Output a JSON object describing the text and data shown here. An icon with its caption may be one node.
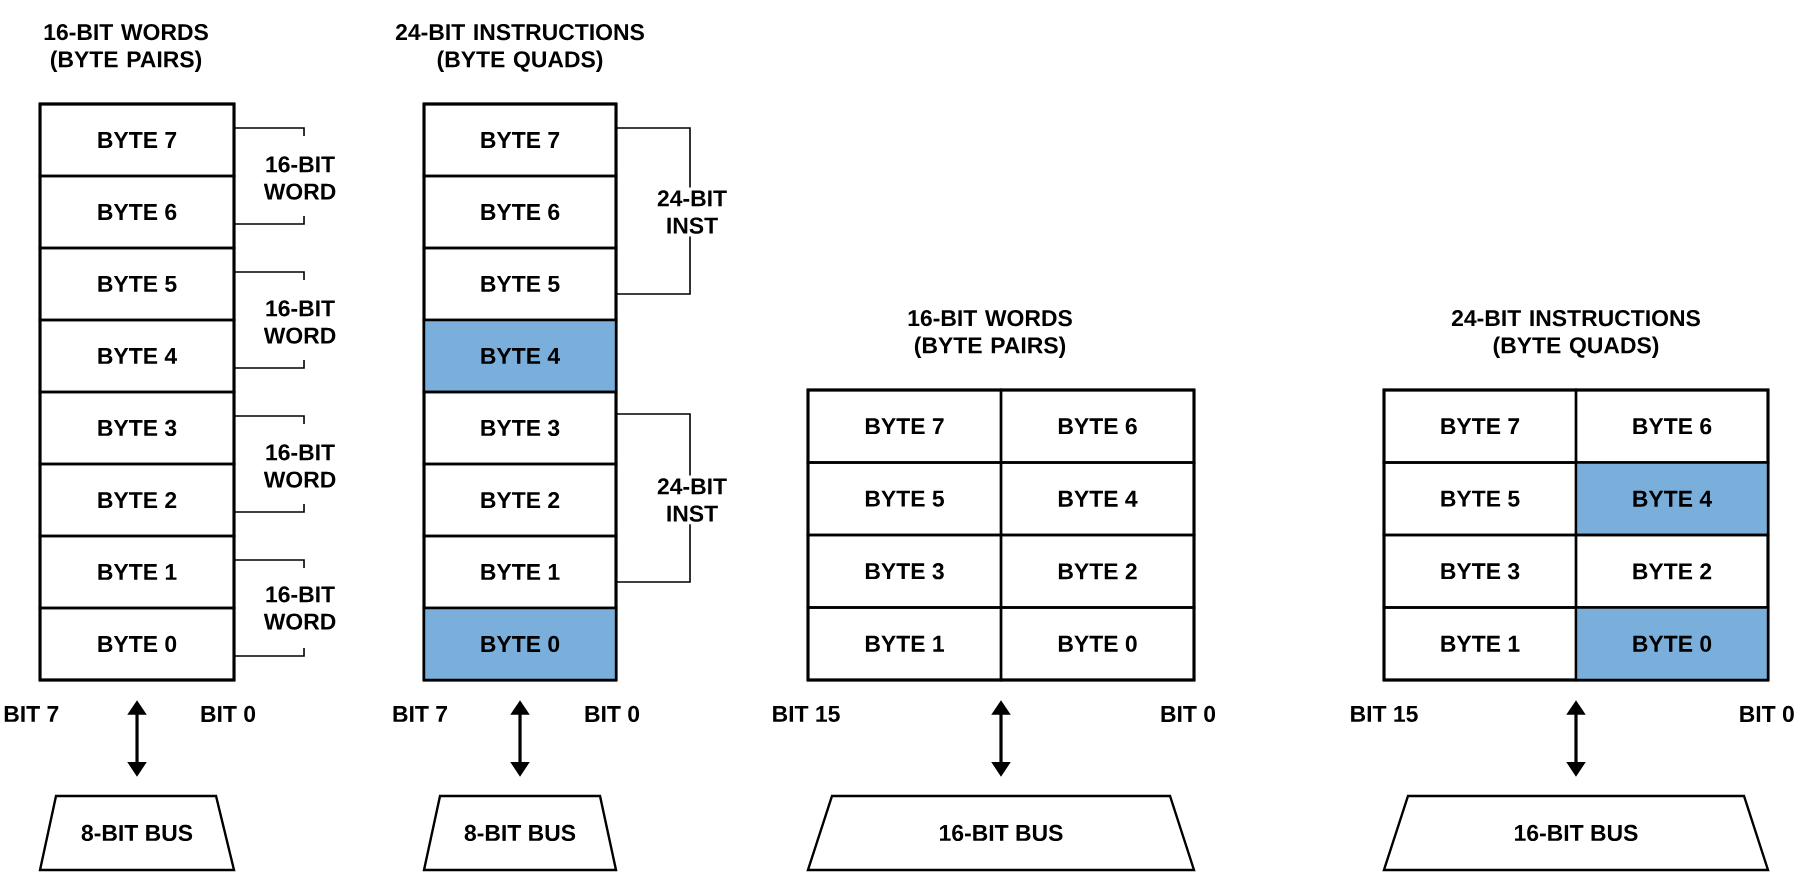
{
  "diagram": {
    "nodes": [
      {
        "text": [],
        "shape": "box"
      },
      {
        "text": [
          "BYTE 7"
        ],
        "in": 0
      },
      {
        "text": [
          "BYTE 6"
        ],
        "in": 0
      },
      {
        "text": [
          "BYTE 5"
        ],
        "in": 0
      },
      {
        "text": [
          "BYTE 4"
        ],
        "in": 0
      },
      {
        "text": [
          "BYTE 3"
        ],
        "in": 0
      },
      {
        "text": [
          "BYTE 2"
        ],
        "in": 0
      },
      {
        "text": [
          "BYTE 1"
        ],
        "in": 0
      },
      {
        "text": [
          "BYTE 0"
        ],
        "in": 0
      },
      {
        "text": [
          "8-BIT BUS"
        ]
      },
      {
        "text": [],
        "shape": "box"
      },
      {
        "text": [
          "BYTE 7"
        ],
        "in": 10
      },
      {
        "text": [
          "BYTE 6"
        ],
        "in": 10
      },
      {
        "text": [
          "BYTE 5"
        ],
        "in": 10
      },
      {
        "text": [
          "BYTE 4"
        ],
        "in": 10
      },
      {
        "text": [
          "BYTE 3"
        ],
        "in": 10
      },
      {
        "text": [
          "BYTE 2"
        ],
        "in": 10
      },
      {
        "text": [
          "BYTE 1"
        ],
        "in": 10
      },
      {
        "text": [
          "BYTE 0"
        ],
        "in": 10
      },
      {
        "text": [
          "8-BIT BUS"
        ]
      },
      {
        "text": [],
        "shape": "box"
      },
      {
        "text": [
          "BYTE 7"
        ],
        "in": 20
      },
      {
        "text": [
          "BYTE 6"
        ],
        "in": 20
      },
      {
        "text": [
          "BYTE 5"
        ],
        "in": 20
      },
      {
        "text": [
          "BYTE 4"
        ],
        "in": 20
      },
      {
        "text": [
          "BYTE 3"
        ],
        "in": 20
      },
      {
        "text": [
          "BYTE 2"
        ],
        "in": 20
      },
      {
        "text": [
          "BYTE 1"
        ],
        "in": 20
      },
      {
        "text": [
          "BYTE 0"
        ],
        "in": 20
      },
      {
        "text": [
          "16-BIT BUS"
        ]
      },
      {
        "text": [],
        "shape": "box"
      },
      {
        "text": [
          "BYTE 7"
        ],
        "in": 30
      },
      {
        "text": [
          "BYTE 6"
        ],
        "in": 30
      },
      {
        "text": [
          "BYTE 5"
        ],
        "in": 30
      },
      {
        "text": [
          "BYTE 4"
        ],
        "in": 30
      },
      {
        "text": [
          "BYTE 3"
        ],
        "in": 30
      },
      {
        "text": [
          "BYTE 2"
        ],
        "in": 30
      },
      {
        "text": [
          "BYTE 1"
        ],
        "in": 30
      },
      {
        "text": [
          "BYTE 0"
        ],
        "in": 30
      },
      {
        "text": [
          "16-BIT BUS"
        ]
      }
    ],
    "edges": [
      {
        "from": 0,
        "to": 9,
        "arrow": "both"
      },
      {
        "from": 10,
        "to": 19,
        "arrow": "both"
      },
      {
        "from": 20,
        "to": 29,
        "arrow": "both"
      },
      {
        "from": 30,
        "to": 39,
        "arrow": "both"
      }
    ],
    "labels": [
      "16-BIT WORDS (BYTE PAIRS)",
      "24-BIT INSTRUCTIONS (BYTE QUADS)",
      "16-BIT WORD",
      "16-BIT WORD",
      "16-BIT WORD",
      "16-BIT WORD",
      "24-BIT INST",
      "24-BIT INST",
      "BIT 7",
      "BIT 0",
      "BIT 7",
      "BIT 0",
      "16-BIT WORDS (BYTE PAIRS)",
      "24-BIT INSTRUCTIONS (BYTE QUADS)",
      "BIT 15",
      "BIT 0",
      "BIT 15",
      "BIT 0"
    ]
  }
}
